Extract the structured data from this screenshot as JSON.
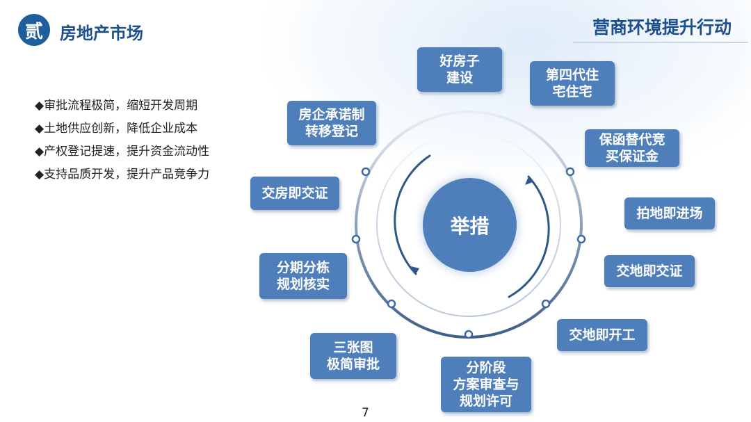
{
  "header": {
    "badge": "贰",
    "section_title": "房地产市场",
    "page_title": "营商环境提升行动"
  },
  "bullets": [
    "◆审批流程极简，缩短开发周期",
    "◆土地供应创新，降低企业成本",
    "◆产权登记提速，提升资金流动性",
    "◆支持品质开发，提升产品竞争力"
  ],
  "center_label": "举措",
  "nodes": [
    {
      "line1": "好房子",
      "line2": "建设"
    },
    {
      "line1": "第四代住",
      "line2": "宅住宅"
    },
    {
      "line1": "保函替代竞",
      "line2": "买保证金"
    },
    {
      "line1": "拍地即进场"
    },
    {
      "line1": "交地即交证"
    },
    {
      "line1": "交地即开工"
    },
    {
      "line1": "分阶段",
      "line2": "方案审查与",
      "line3": "规划许可"
    },
    {
      "line1": "三张图",
      "line2": "极简审批"
    },
    {
      "line1": "分期分栋",
      "line2": "规划核实"
    },
    {
      "line1": "交房即交证"
    },
    {
      "line1": "房企承诺制",
      "line2": "转移登记"
    }
  ],
  "page_number": "7",
  "colors": {
    "primary": "#1d4f8c",
    "node": "#4f7fbb"
  }
}
